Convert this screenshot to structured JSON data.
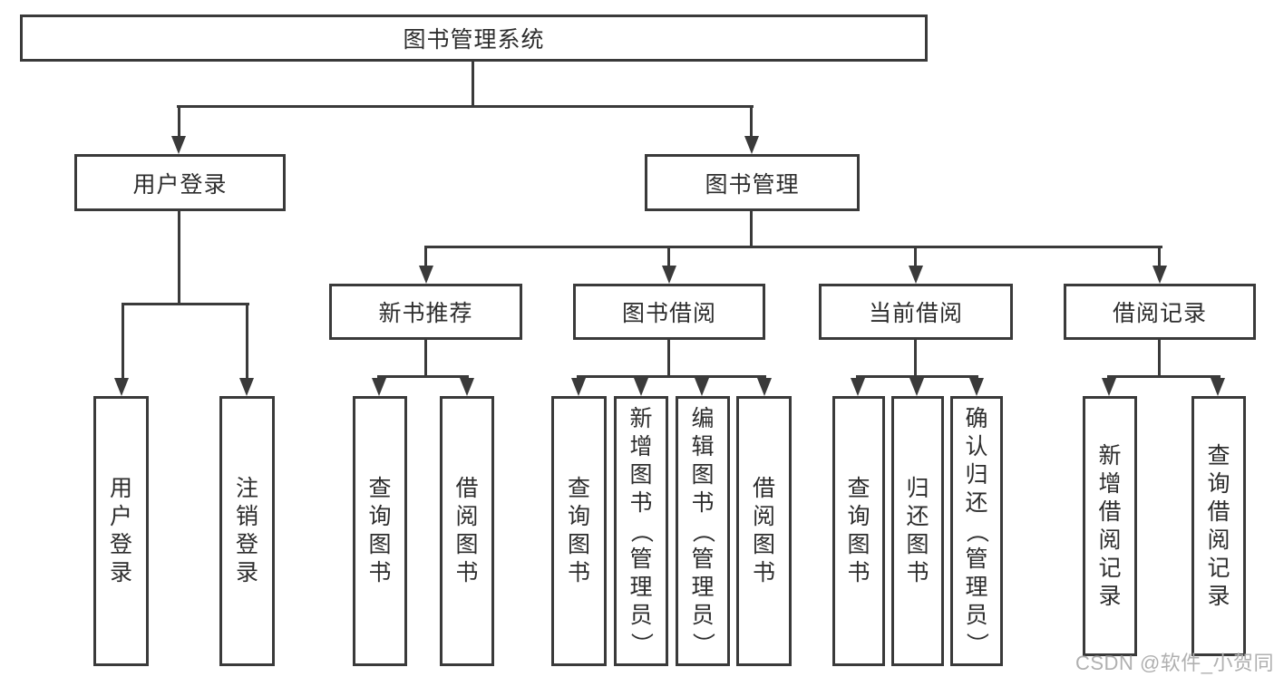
{
  "diagram": {
    "title": "图书管理系统",
    "level2": [
      {
        "label": "用户登录"
      },
      {
        "label": "图书管理"
      }
    ],
    "level3": [
      {
        "label": "新书推荐"
      },
      {
        "label": "图书借阅"
      },
      {
        "label": "当前借阅"
      },
      {
        "label": "借阅记录"
      }
    ],
    "leaves": [
      {
        "label": "用户登录"
      },
      {
        "label": "注销登录"
      },
      {
        "label": "查询图书"
      },
      {
        "label": "借阅图书"
      },
      {
        "label": "查询图书"
      },
      {
        "label": "新增图书（管理员）"
      },
      {
        "label": "编辑图书（管理员）"
      },
      {
        "label": "借阅图书"
      },
      {
        "label": "查询图书"
      },
      {
        "label": "归还图书"
      },
      {
        "label": "确认归还（管理员）"
      },
      {
        "label": "新增借阅记录"
      },
      {
        "label": "查询借阅记录"
      }
    ],
    "watermark": "CSDN @软件_小贺同学",
    "colors": {
      "line": "#3a3a3a",
      "text": "#2d2d2d",
      "watermark": "#b0b0b0",
      "background": "#ffffff"
    }
  }
}
